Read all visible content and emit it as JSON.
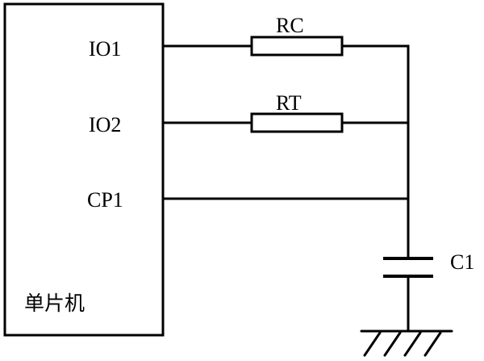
{
  "chip": {
    "name": "单片机",
    "pins": [
      "IO1",
      "IO2",
      "CP1"
    ]
  },
  "resistors": {
    "rc": "RC",
    "rt": "RT"
  },
  "capacitor": {
    "label": "C1"
  },
  "colors": {
    "line": "#000000",
    "background": "#ffffff"
  }
}
